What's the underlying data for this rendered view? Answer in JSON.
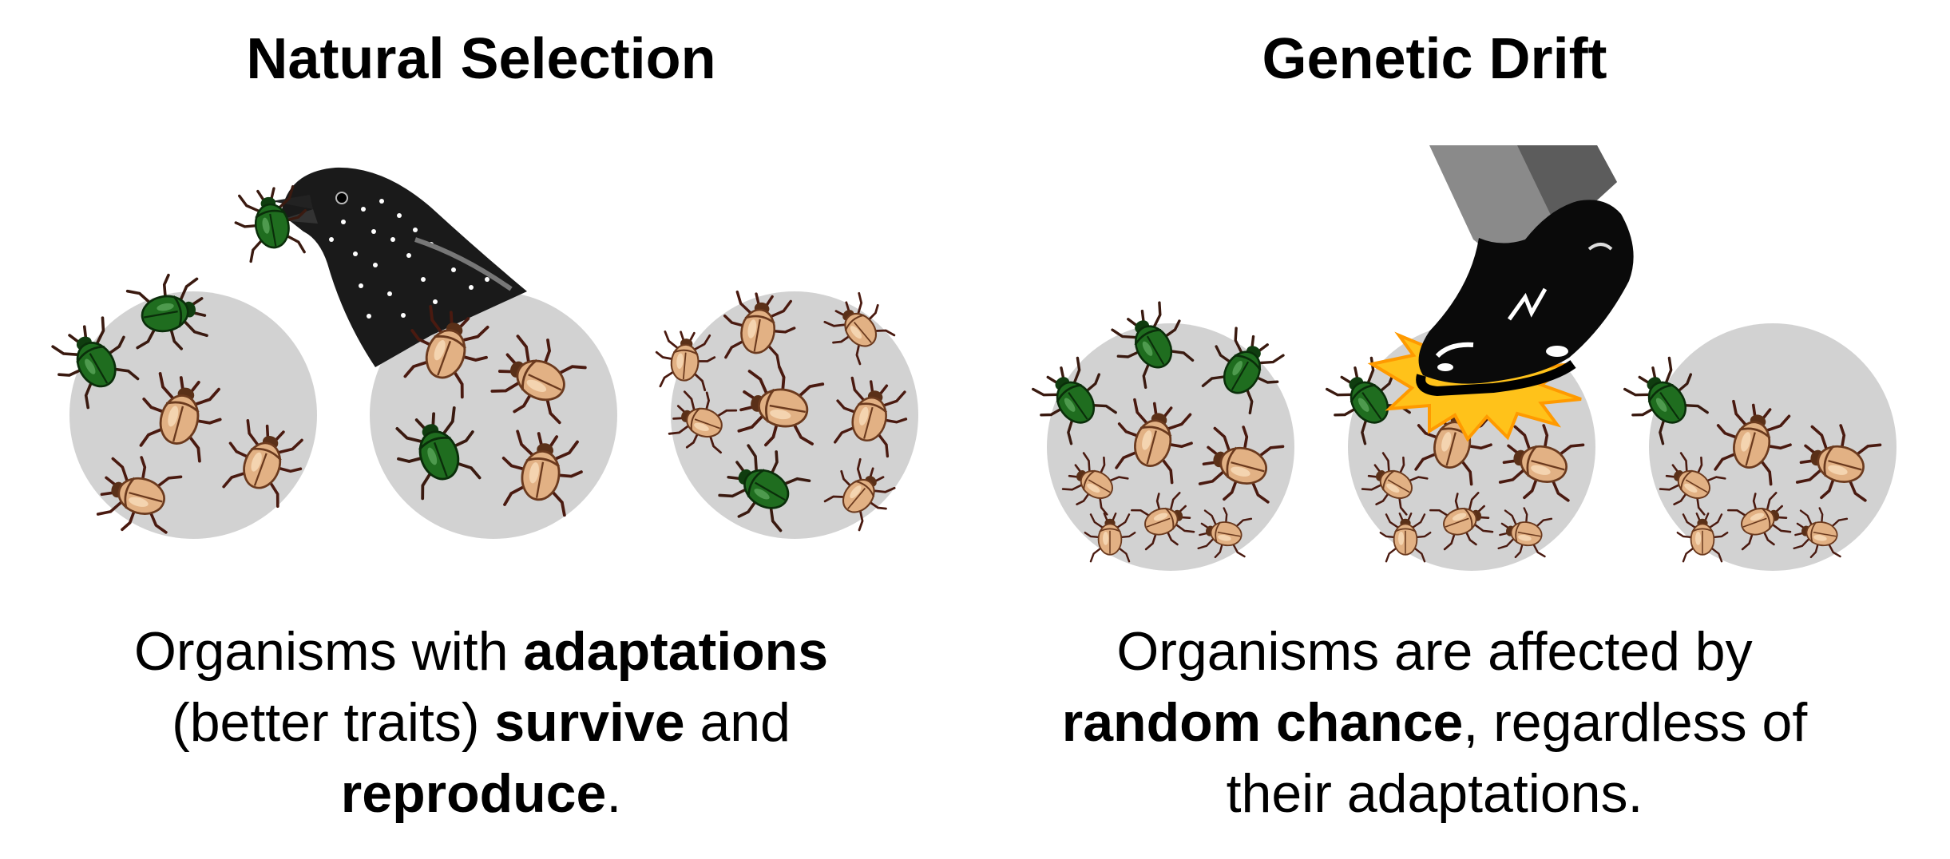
{
  "left": {
    "title": "Natural Selection",
    "caption": {
      "l1a": "Organisms with ",
      "l1b": "adaptations",
      "l2a": "(better traits) ",
      "l2b": "survive",
      "l2c": " and",
      "l3a": "reproduce",
      "l3b": "."
    }
  },
  "right": {
    "title": "Genetic Drift",
    "caption": {
      "l1a": "Organisms are affected by",
      "l2a": "random chance",
      "l2b": ", regardless of",
      "l3a": "their adaptations."
    }
  },
  "colors": {
    "circle": "#d2d2d2",
    "beetle_green": "#1f6d1f",
    "beetle_tan": "#e2b184",
    "splash": "#ffb400"
  },
  "icons": [
    "bird-icon",
    "boot-icon",
    "beetle-icon",
    "splash-icon"
  ]
}
